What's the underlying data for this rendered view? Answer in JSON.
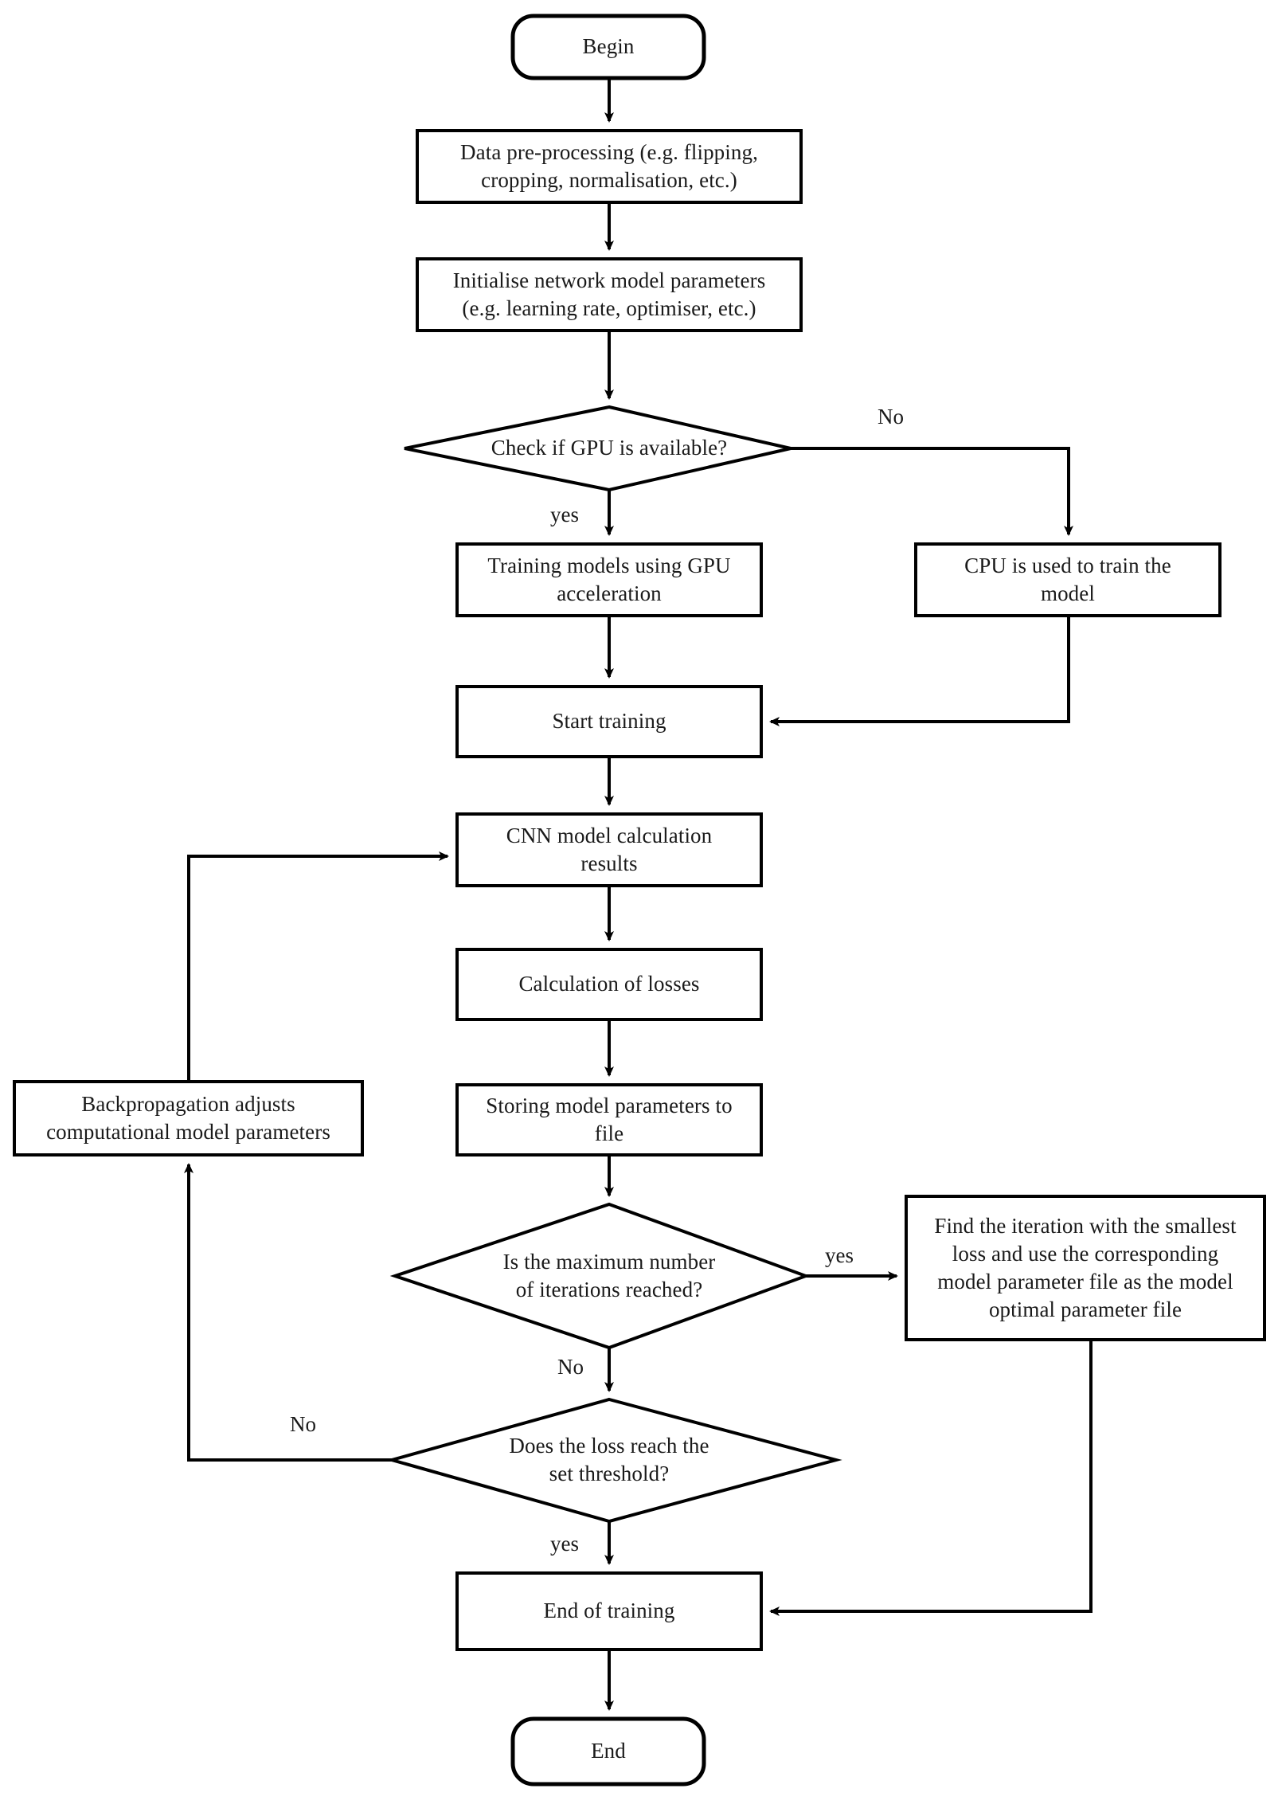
{
  "diagram": {
    "title": "CNN training workflow flowchart",
    "colors": {
      "stroke": "#000000",
      "fill": "#ffffff",
      "text": "#1a1a1a"
    },
    "nodes": {
      "begin": {
        "label": "Begin",
        "shape": "terminator"
      },
      "preprocessing": {
        "label": "Data pre-processing (e.g. flipping,\ncropping, normalisation, etc.)",
        "shape": "process"
      },
      "initialise": {
        "label": "Initialise network model parameters\n(e.g. learning rate, optimiser, etc.)",
        "shape": "process"
      },
      "check_gpu": {
        "label": "Check if GPU is available?",
        "shape": "decision"
      },
      "train_gpu": {
        "label": "Training models using GPU\nacceleration",
        "shape": "process"
      },
      "train_cpu": {
        "label": "CPU is used to train the\nmodel",
        "shape": "process"
      },
      "start_training": {
        "label": "Start training",
        "shape": "process"
      },
      "cnn_results": {
        "label": "CNN model calculation\nresults",
        "shape": "process"
      },
      "calc_losses": {
        "label": "Calculation of losses",
        "shape": "process"
      },
      "store_params": {
        "label": "Storing model parameters to\nfile",
        "shape": "process"
      },
      "backprop": {
        "label": "Backpropagation adjusts\ncomputational model parameters",
        "shape": "process"
      },
      "max_iterations": {
        "label": "Is the maximum number\nof iterations reached?",
        "shape": "decision"
      },
      "find_best": {
        "label": "Find the iteration with the smallest\nloss and use the corresponding\nmodel parameter file as the model\noptimal parameter file",
        "shape": "process"
      },
      "loss_threshold": {
        "label": "Does the loss reach the\nset threshold?",
        "shape": "decision"
      },
      "end_training": {
        "label": "End of training",
        "shape": "process"
      },
      "end": {
        "label": "End",
        "shape": "terminator"
      }
    },
    "edge_labels": {
      "gpu_no": "No",
      "gpu_yes": "yes",
      "iterations_yes": "yes",
      "iterations_no": "No",
      "threshold_no": "No",
      "threshold_yes": "yes"
    }
  }
}
